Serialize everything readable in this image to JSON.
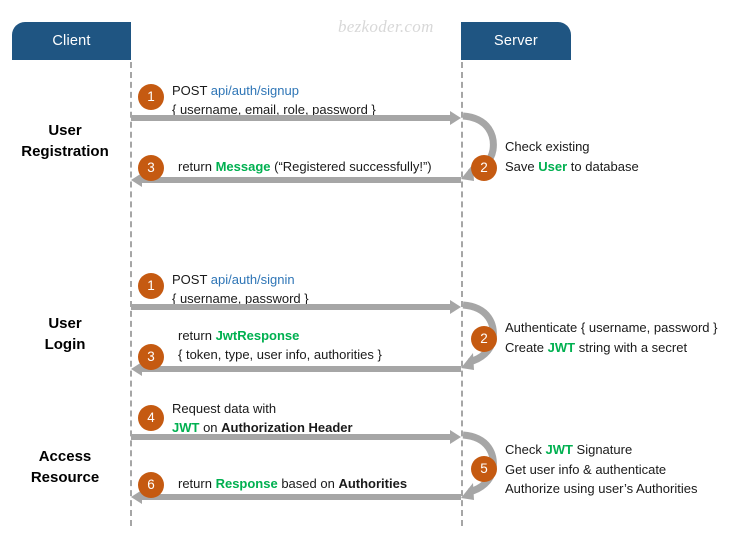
{
  "diagram": {
    "watermark": "bezkoder.com",
    "colors": {
      "actor_box": "#1f5582",
      "badge_orange": "#c55a11",
      "arrow_gray": "#a6a6a6",
      "keyword_blue": "#2e75b6",
      "keyword_green": "#00b050",
      "watermark_gray": "#d8d8d8"
    },
    "actors": [
      {
        "id": "client",
        "label": "Client"
      },
      {
        "id": "server",
        "label": "Server"
      }
    ],
    "sections": [
      {
        "id": "registration",
        "label_line1": "User",
        "label_line2": "Registration"
      },
      {
        "id": "login",
        "label_line1": "User",
        "label_line2": "Login"
      },
      {
        "id": "access",
        "label_line1": "Access",
        "label_line2": "Resource"
      }
    ],
    "steps": {
      "signup_request": {
        "badge": "1",
        "line1_prefix": "POST ",
        "line1_path": "api/auth/signup",
        "line2": "{ username, email, role, password }"
      },
      "signup_server_note": {
        "badge": "2",
        "line1": "Check existing",
        "line2_prefix": "Save ",
        "line2_keyword": "User",
        "line2_suffix": " to database"
      },
      "signup_response": {
        "badge": "3",
        "prefix": "return ",
        "keyword": "Message",
        "suffix": " (“Registered successfully!”)"
      },
      "signin_request": {
        "badge": "1",
        "line1_prefix": "POST ",
        "line1_path": "api/auth/signin",
        "line2": "{ username, password }"
      },
      "signin_server_note": {
        "badge": "2",
        "line1": "Authenticate { username, password }",
        "line2_prefix": "Create ",
        "line2_keyword": "JWT",
        "line2_suffix": " string with a secret"
      },
      "signin_response": {
        "badge": "3",
        "line1_prefix": "return ",
        "line1_keyword": "JwtResponse",
        "line2": "{ token, type, user info, authorities }"
      },
      "resource_request": {
        "badge": "4",
        "line1": "Request  data with",
        "line2_keyword": "JWT",
        "line2_mid": " on ",
        "line2_bold": "Authorization Header"
      },
      "resource_server_note": {
        "badge": "5",
        "line1_prefix": "Check ",
        "line1_keyword": "JWT",
        "line1_suffix": " Signature",
        "line2": "Get user info & authenticate",
        "line3": "Authorize using user’s Authorities"
      },
      "resource_response": {
        "badge": "6",
        "prefix": "return ",
        "keyword": "Response",
        "mid": " based on ",
        "bold": "Authorities"
      }
    }
  }
}
